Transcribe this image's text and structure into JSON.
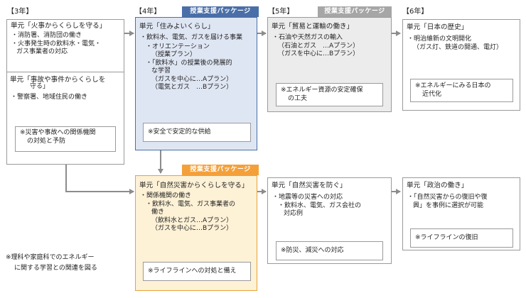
{
  "grades": {
    "g3": "【3年】",
    "g4": "【4年】",
    "g5": "【5年】",
    "g6": "【6年】"
  },
  "badge": "授業支援パッケージ",
  "col3": {
    "unit1": "単元「火事からくらしを守る」",
    "unit1_items": [
      "・消防署、消防団の働き",
      "・火事発生時の飲料水・電気・",
      "ガス事業者の対応"
    ],
    "unit2": "単元「事故や事件からくらしを",
    "unit2b": "守る」",
    "unit2_items": [
      "・警察署、地域住民の働き"
    ],
    "result": [
      "※災害や事故への関係機関",
      "の対処と予防"
    ]
  },
  "col4a": {
    "unit": "単元「住みよいくらし」",
    "lines": [
      "・飲料水、電気、ガスを届ける事業",
      "・オリエンテーション",
      "（授業プラン）",
      "・「飲料水」の授業後の発展的",
      "な学習",
      "（ガスを中心に…Aプラン）",
      "（電気とガス　…Bプラン）"
    ],
    "result": "※安全で安定的な供給"
  },
  "col5a": {
    "unit": "単元「貿易と運輸の働き」",
    "lines": [
      "・石油や天然ガスの輸入",
      "（石油とガス　…Aプラン）",
      "（ガスを中心に…Bプラン）"
    ],
    "result": [
      "※エネルギー資源の安定確保",
      "の工夫"
    ]
  },
  "col6a": {
    "unit": "単元「日本の歴史」",
    "lines": [
      "・明治維新の文明開化",
      "（ガス灯、鉄道の開通、電灯）"
    ],
    "result": [
      "※エネルギーにみる日本の",
      "近代化"
    ]
  },
  "col4b": {
    "unit": "単元「自然災害からくらしを守る」",
    "lines": [
      "・関係機関の働き",
      "・飲料水、電気、ガス事業者の",
      "働き",
      "（飲料水とガス…Aプラン）",
      "（ガスを中心に…Bプラン）"
    ],
    "result": "※ライフラインへの対処と備え"
  },
  "col5b": {
    "unit": "単元「自然災害を防ぐ」",
    "lines": [
      "・地震等の災害への対応",
      "・飲料水、電気、ガス会社の",
      "対応例"
    ],
    "result": "※防災、減災への対応"
  },
  "col6b": {
    "unit": "単元「政治の働き」",
    "lines": [
      "・「自然災害からの復旧や復",
      "興」を事例に選択が可能"
    ],
    "result": "※ライフラインの復旧"
  },
  "footnote": [
    "※理科や家庭科でのエネルギー",
    "に関する学習との関連を図る"
  ],
  "colors": {
    "blue": "#4a6fa8",
    "orange": "#f4a03a",
    "gray": "#a6a6a6",
    "arrow": "#8c8c8c"
  }
}
